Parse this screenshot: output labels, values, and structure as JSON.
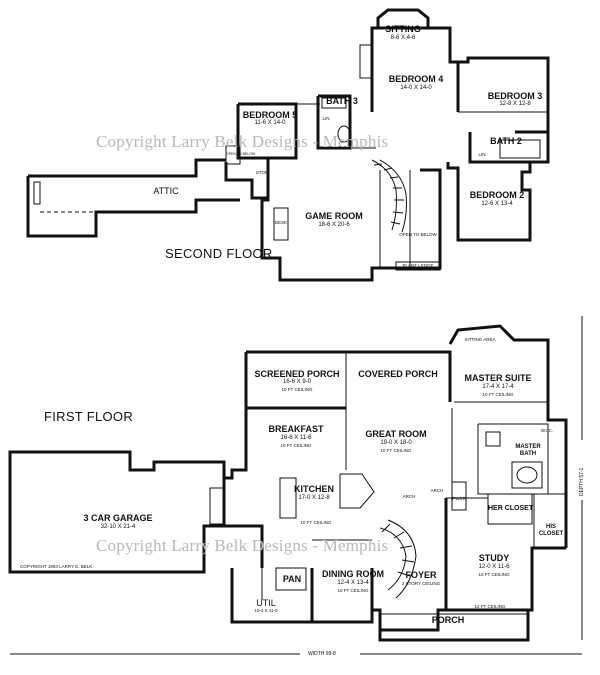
{
  "watermark": "Copyright Larry Belk Designs - Memphis",
  "second_floor": {
    "label": "SECOND FLOOR",
    "rooms": {
      "sitting": {
        "name": "SITTING",
        "dim": "8-6 X 4-6"
      },
      "bedroom4": {
        "name": "BEDROOM 4",
        "dim": "14-0 X 14-0"
      },
      "bedroom3": {
        "name": "BEDROOM 3",
        "dim": "12-8 X 12-8"
      },
      "bedroom5": {
        "name": "BEDROOM 5",
        "dim": "11-6 X 14-0"
      },
      "bath3": {
        "name": "BATH 3"
      },
      "bath2": {
        "name": "BATH 2"
      },
      "bedroom2": {
        "name": "BEDROOM 2",
        "dim": "12-6 X 13-4"
      },
      "game_room": {
        "name": "GAME ROOM",
        "dim": "18-6 X 20-6"
      },
      "attic": {
        "name": "ATTIC"
      }
    },
    "notes": {
      "lin1": "LIN",
      "lin2": "LIN",
      "stor": "STOR",
      "open_to_below1": "OPEN TO BELOW",
      "open_to_below2": "OPEN TO BELOW",
      "plant_ledge": "PLANT LEDGE",
      "desk": "DESK"
    }
  },
  "first_floor": {
    "label": "FIRST FLOOR",
    "rooms": {
      "screened_porch": {
        "name": "SCREENED PORCH",
        "dim": "16-6 X 9-0",
        "ceiling": "10 FT CEILING"
      },
      "covered_porch": {
        "name": "COVERED PORCH"
      },
      "master_suite": {
        "name": "MASTER SUITE",
        "dim": "17-4 X 17-4",
        "ceiling": "10 FT CEILING"
      },
      "breakfast": {
        "name": "BREAKFAST",
        "dim": "16-6 X 11-6",
        "ceiling": "10 FT CEILING"
      },
      "great_room": {
        "name": "GREAT ROOM",
        "dim": "19-0 X 18-0",
        "ceiling": "10 FT CEILING"
      },
      "kitchen": {
        "name": "KITCHEN",
        "dim": "17-0 X 12-8",
        "ceiling": "10 FT CEILING"
      },
      "master_bath": {
        "name": "MASTER BATH"
      },
      "her_closet": {
        "name": "HER CLOSET"
      },
      "his_closet": {
        "name": "HIS CLOSET"
      },
      "garage": {
        "name": "3 CAR GARAGE",
        "dim": "32-10 X 21-4"
      },
      "pan": {
        "name": "PAN"
      },
      "util": {
        "name": "UTIL",
        "dim": "10-4 X 11-0"
      },
      "dining": {
        "name": "DINING ROOM",
        "dim": "12-4 X 13-4",
        "ceiling": "10 FT CEILING"
      },
      "foyer": {
        "name": "FOYER",
        "ceiling": "2 STORY CEILING"
      },
      "study": {
        "name": "STUDY",
        "dim": "12-0 X 11-6",
        "ceiling": "10 FT CEILING"
      },
      "porch": {
        "name": "PORCH",
        "ceiling": "12 FT CEILING"
      }
    },
    "notes": {
      "sitting_area": "SITTING AREA",
      "pwdr": "PWDR",
      "arch1": "ARCH",
      "arch2": "ARCH",
      "copyright": "COPYRIGHT 1993 LARRY E. BELK",
      "width": "WIDTH 99-8",
      "depth": "DEPTH 57-1",
      "wic": "W.I.C."
    }
  }
}
